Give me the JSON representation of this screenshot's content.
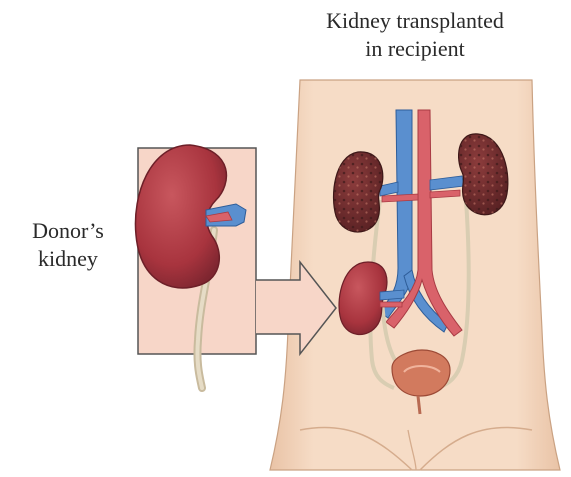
{
  "labels": {
    "recipient_title_line1": "Kidney transplanted",
    "recipient_title_line2": "in recipient",
    "donor_line1": "Donor’s",
    "donor_line2": "kidney"
  },
  "colors": {
    "skin": "#f6dcc6",
    "skin_shadow": "#e7bfa2",
    "inset_box": "#f7d6c8",
    "kidney_transplanted": "#a8343e",
    "kidney_diseased": "#6b2a2c",
    "vein": "#5a8fcf",
    "artery": "#d9626a",
    "ureter": "#d9cdb2",
    "bladder": "#d27a5e"
  }
}
